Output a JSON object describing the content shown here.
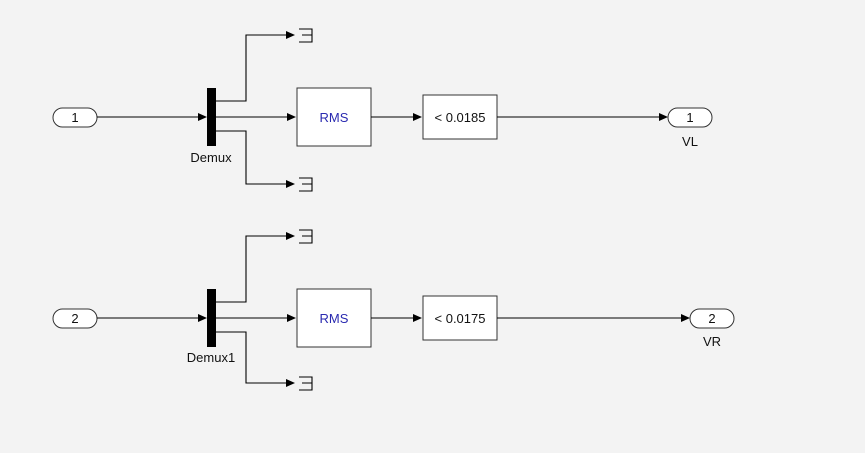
{
  "row1": {
    "inport": "1",
    "demux": "Demux",
    "rms": "RMS",
    "compare": "< 0.0185",
    "outport": "1",
    "outport_name": "VL"
  },
  "row2": {
    "inport": "2",
    "demux": "Demux1",
    "rms": "RMS",
    "compare": "< 0.0175",
    "outport": "2",
    "outport_name": "VR"
  }
}
